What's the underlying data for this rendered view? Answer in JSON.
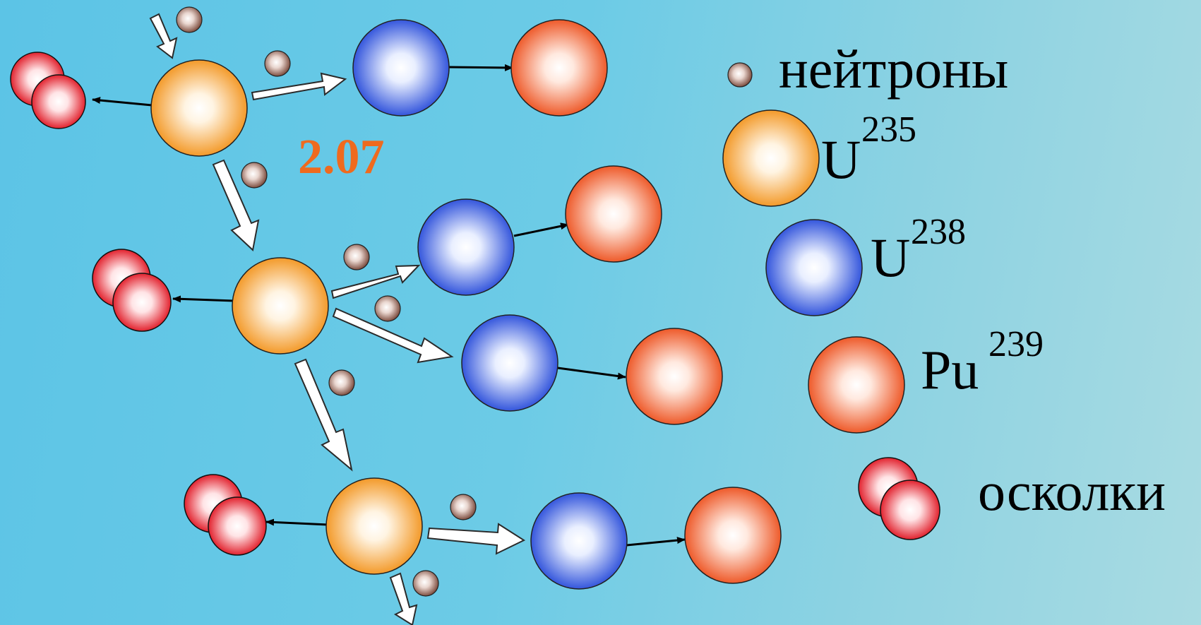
{
  "multiplication_factor": "2.07",
  "legend": {
    "neutrons": "нейтроны",
    "u235_symbol": "U",
    "u235_mass": "235",
    "u238_symbol": "U",
    "u238_mass": "238",
    "pu239_symbol": "Pu",
    "pu239_mass": "239",
    "fragments": "осколки"
  },
  "colors": {
    "u235": "#f5a23a",
    "u238": "#3f63e0",
    "pu239": "#f0683a",
    "fragment": "#e8303a",
    "neutron": "#8a5a4c",
    "factor_text": "#ef6a1e"
  }
}
